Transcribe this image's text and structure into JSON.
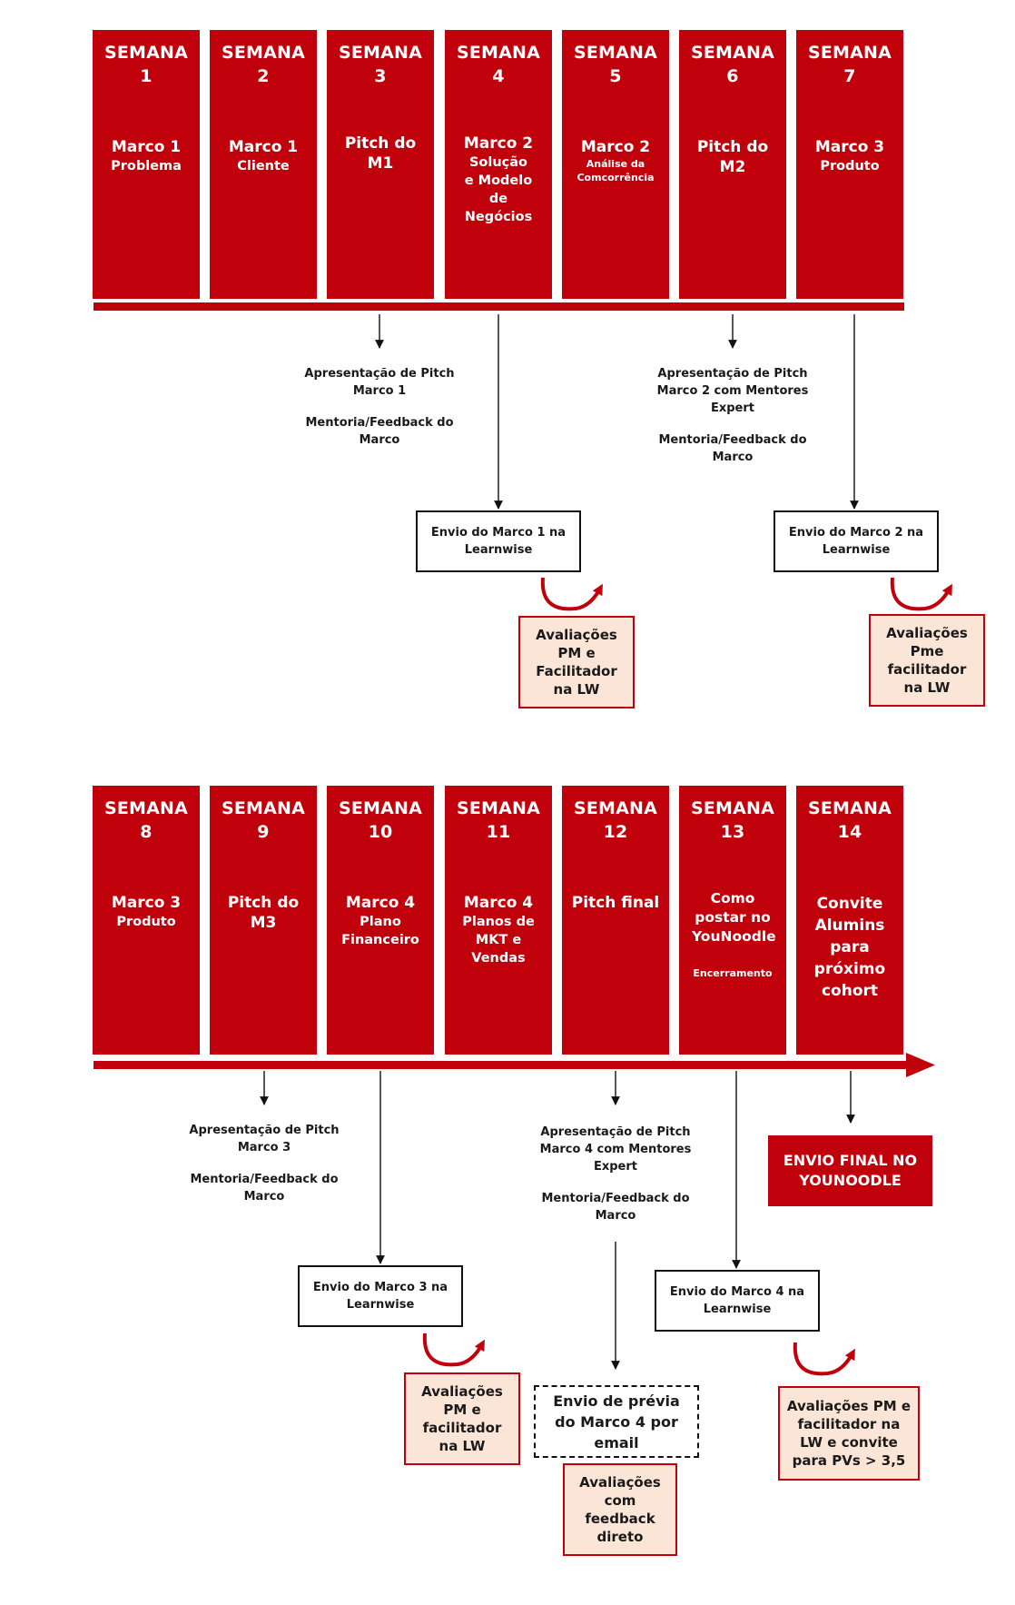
{
  "colors": {
    "accent": "#c0000b",
    "eval_bg": "#fbe5d6",
    "text": "#1a1a1a"
  },
  "weeks": [
    {
      "label": "SEMANA",
      "num": "1",
      "title": "Marco 1",
      "sub": [
        "Problema"
      ],
      "sub_small": false
    },
    {
      "label": "SEMANA",
      "num": "2",
      "title": "Marco 1",
      "sub": [
        "Cliente"
      ],
      "sub_small": false
    },
    {
      "label": "SEMANA",
      "num": "3",
      "title": "Pitch do M1",
      "sub": [],
      "sub_small": false
    },
    {
      "label": "SEMANA",
      "num": "4",
      "title": "Marco 2",
      "sub": [
        "Solução",
        "e Modelo",
        "de",
        "Negócios"
      ],
      "sub_small": false
    },
    {
      "label": "SEMANA",
      "num": "5",
      "title": "Marco 2",
      "sub": [
        "Análise da",
        "Comcorrência"
      ],
      "sub_small": true
    },
    {
      "label": "SEMANA",
      "num": "6",
      "title": "Pitch do M2",
      "sub": [],
      "sub_small": false
    },
    {
      "label": "SEMANA",
      "num": "7",
      "title": "Marco 3",
      "sub": [
        "Produto"
      ],
      "sub_small": false
    },
    {
      "label": "SEMANA",
      "num": "8",
      "title": "Marco 3",
      "sub": [
        "Produto"
      ],
      "sub_small": false
    },
    {
      "label": "SEMANA",
      "num": "9",
      "title": "Pitch do M3",
      "sub": [],
      "sub_small": false
    },
    {
      "label": "SEMANA",
      "num": "10",
      "title": "Marco 4",
      "sub": [
        "Plano",
        "Financeiro"
      ],
      "sub_small": false
    },
    {
      "label": "SEMANA",
      "num": "11",
      "title": "Marco 4",
      "sub": [
        "Planos de",
        "MKT e",
        "Vendas"
      ],
      "sub_small": false
    },
    {
      "label": "SEMANA",
      "num": "12",
      "title": "Pitch final",
      "sub": [],
      "sub_small": false
    },
    {
      "label": "SEMANA",
      "num": "13",
      "title": "Como postar no YouNoodle",
      "sub": [],
      "sub_small": false,
      "extra": "Encerramento"
    },
    {
      "label": "SEMANA",
      "num": "14",
      "title": "Convite Alumins para próximo cohort",
      "sub": [],
      "sub_small": false
    }
  ],
  "notes": {
    "n1": [
      "Apresentação de Pitch",
      "Marco 1",
      "",
      "Mentoria/Feedback do",
      "Marco"
    ],
    "n2": [
      "Apresentação de Pitch",
      "Marco 2 com Mentores",
      "Expert",
      "",
      "Mentoria/Feedback do",
      "Marco"
    ],
    "n3": [
      "Apresentação de Pitch",
      "Marco 3",
      "",
      "Mentoria/Feedback do",
      "Marco"
    ],
    "n4": [
      "Apresentação de Pitch",
      "Marco 4 com Mentores",
      "Expert",
      "",
      "Mentoria/Feedback do",
      "Marco"
    ]
  },
  "boxes": {
    "b1": "Envio do Marco 1 na Learnwise",
    "b2": "Envio do Marco 2 na Learnwise",
    "b3": "Envio do Marco 3 na Learnwise",
    "b4": "Envio do Marco 4 na Learnwise",
    "b5": "Envio de prévia do Marco 4 por email"
  },
  "evals": {
    "e1": "Avaliações PM e Facilitador na LW",
    "e2": "Avaliações Pme facilitador na LW",
    "e3": "Avaliações PM e facilitador na LW",
    "e4": "Avaliações com feedback direto",
    "e5": "Avaliações PM e facilitador na LW e convite para PVs > 3,5"
  },
  "final": "ENVIO FINAL NO YOUNOODLE"
}
